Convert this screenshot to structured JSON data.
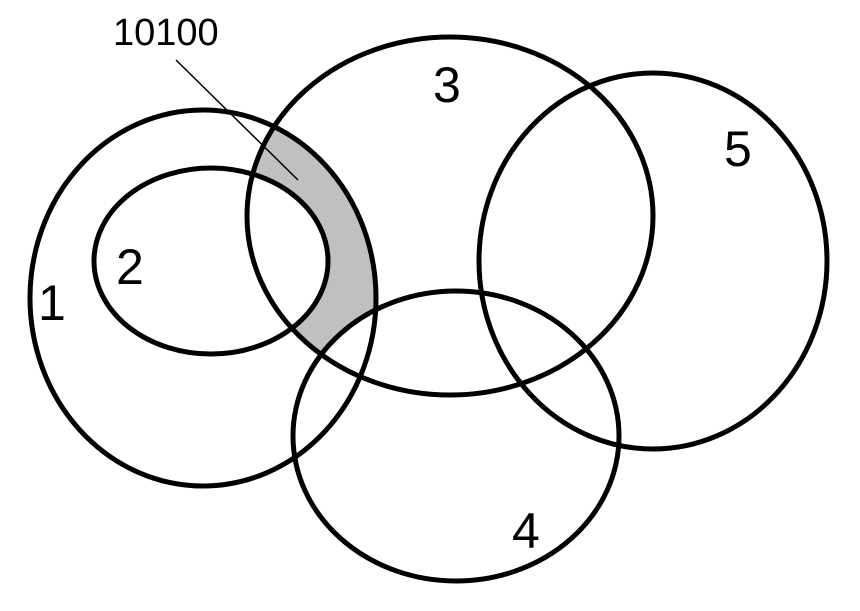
{
  "sets": [
    {
      "id": "1",
      "label": "1"
    },
    {
      "id": "2",
      "label": "2"
    },
    {
      "id": "3",
      "label": "3"
    },
    {
      "id": "4",
      "label": "4"
    },
    {
      "id": "5",
      "label": "5"
    }
  ],
  "highlighted_region": {
    "label": "10100",
    "fill": "#c0c0c0"
  },
  "colors": {
    "stroke": "#000000",
    "background": "#ffffff"
  }
}
